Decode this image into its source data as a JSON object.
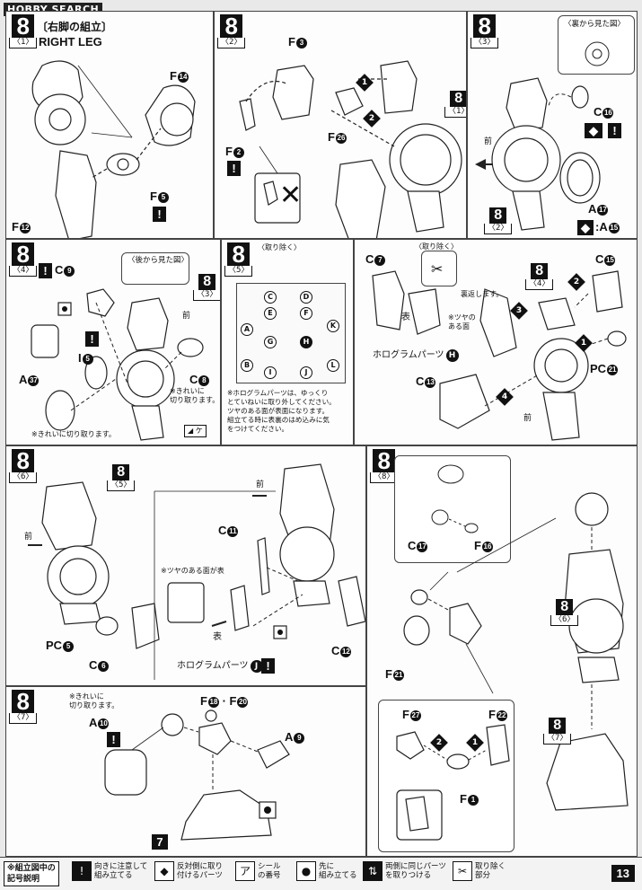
{
  "watermark": "HOBBY SEARCH",
  "page_number": "13",
  "section": {
    "title_jp": "〔右脚の組立〕",
    "title_en": "RIGHT LEG"
  },
  "panels": [
    {
      "step": "8",
      "sub": "〈1〉",
      "labels": [
        "F",
        "F",
        "F"
      ],
      "label_nums": [
        "14",
        "5",
        "12"
      ]
    },
    {
      "step": "8",
      "sub": "〈2〉",
      "labels": [
        "F",
        "F",
        "F"
      ],
      "label_nums": [
        "3",
        "2",
        "26"
      ],
      "ref_step": "8",
      "ref_sub": "〈1〉"
    },
    {
      "step": "8",
      "sub": "〈3〉",
      "labels": [
        "C",
        "A",
        "A"
      ],
      "label_nums": [
        "16",
        "17",
        "15"
      ],
      "view_note": "〈裏から見た図〉",
      "front": "前",
      "ref_step": "8",
      "ref_sub": "〈2〉"
    },
    {
      "step": "8",
      "sub": "〈4〉",
      "labels": [
        "C",
        "I",
        "A",
        "C"
      ],
      "label_nums": [
        "9",
        "5",
        "37",
        "8"
      ],
      "view_note": "〈後から見た図〉",
      "front": "前",
      "note1": "※きれいに\n切り取ります。",
      "note2": "※きれいに切り取ります。",
      "ref_step": "8",
      "ref_sub": "〈3〉",
      "sticker": "ケ"
    },
    {
      "step": "8",
      "sub": "〈5〉",
      "remove": "〈取り除く〉",
      "grid_letters": [
        "C",
        "D",
        "E",
        "F",
        "A",
        "G",
        "H",
        "K",
        "B",
        "I",
        "J",
        "L"
      ],
      "note": "※ホログラムパーツは、ゆっくり\nとていねいに取り外してください。\nツヤのある面が表面になります。\n組立てる時に表裏のはめ込みに気\nをつけてください。"
    },
    {
      "labels": [
        "C",
        "C",
        "C",
        "PC"
      ],
      "label_nums": [
        "7",
        "15",
        "13",
        "21"
      ],
      "remove": "〈取り除く〉",
      "reverse": "裏返します。",
      "omote": "表",
      "gloss": "※ツヤの\nある面",
      "hologram": "ホログラムパーツ",
      "hologram_letter": "H",
      "front": "前",
      "ref_step": "8",
      "ref_sub": "〈4〉"
    },
    {
      "step": "8",
      "sub": "〈6〉",
      "labels": [
        "PC",
        "C",
        "C",
        "C"
      ],
      "label_nums": [
        "5",
        "6",
        "11",
        "12"
      ],
      "front": "前",
      "gloss": "※ツヤのある面が表",
      "omote": "表",
      "hologram": "ホログラムパーツ",
      "hologram_letter": "J",
      "ref_step": "8",
      "ref_sub": "〈5〉"
    },
    {
      "step": "8",
      "sub": "〈8〉",
      "labels": [
        "C",
        "F",
        "F",
        "F",
        "F",
        "F"
      ],
      "label_nums": [
        "17",
        "16",
        "21",
        "27",
        "22",
        "1"
      ],
      "ref_a_step": "8",
      "ref_a_sub": "〈6〉",
      "ref_b_step": "8",
      "ref_b_sub": "〈7〉"
    },
    {
      "step": "8",
      "sub": "〈7〉",
      "labels": [
        "A",
        "F",
        "F",
        "A"
      ],
      "label_nums": [
        "10",
        "18",
        "20",
        "9"
      ],
      "note": "※きれいに\n切り取ります。",
      "base": "7"
    }
  ],
  "legend": {
    "title": "※組立図中の\n記号説明",
    "items": [
      {
        "icon": "!",
        "text": "向きに注意して\n組み立てる"
      },
      {
        "icon": "◆",
        "text": "反対側に取り\n付けるパーツ"
      },
      {
        "icon": "ア",
        "text": "シール\nの番号"
      },
      {
        "icon": "●",
        "text": "先に\n組み立てる"
      },
      {
        "icon": "⇅",
        "text": "両側に同じパーツ\nを取りつける"
      },
      {
        "icon": "✂",
        "text": "取り除く\n部分"
      }
    ]
  }
}
